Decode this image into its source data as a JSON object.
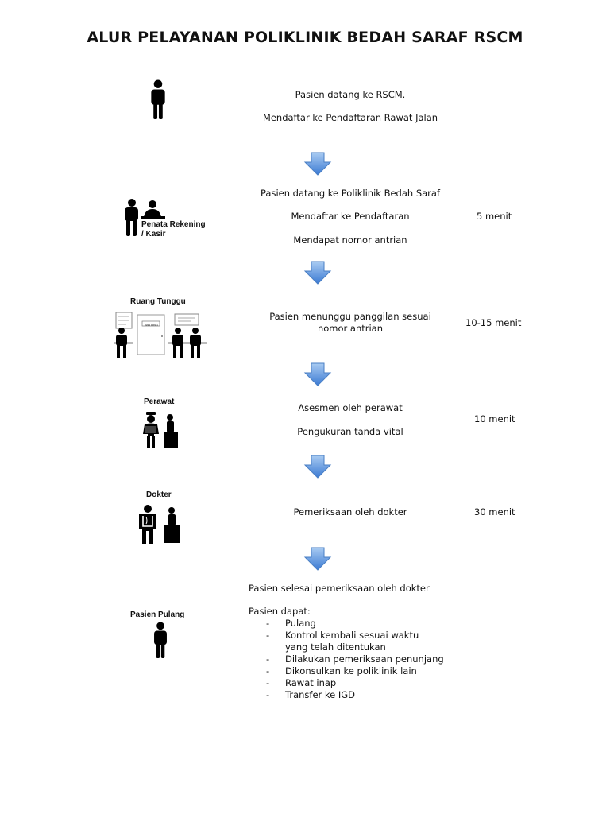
{
  "title": "ALUR PELAYANAN POLIKLINIK BEDAH SARAF RSCM",
  "steps": [
    {
      "lines": [
        "Pasien datang ke RSCM.",
        "Mendaftar ke Pendaftaran Rawat Jalan"
      ],
      "icon_label": "",
      "time": ""
    },
    {
      "lines": [
        "Pasien datang ke Poliklinik Bedah Saraf",
        "Mendaftar ke Pendaftaran",
        "Mendapat nomor antrian"
      ],
      "icon_label": "Penata Rekening / Kasir",
      "icon_label_lines": [
        "Penata Rekening",
        "/ Kasir"
      ],
      "time": "5 menit"
    },
    {
      "lines": [
        "Pasien menunggu panggilan sesuai",
        "nomor antrian"
      ],
      "icon_label": "Ruang Tunggu",
      "door_sign": "WAITING",
      "time": "10-15 menit"
    },
    {
      "lines": [
        "Asesmen oleh perawat",
        "Pengukuran tanda vital"
      ],
      "icon_label": "Perawat",
      "time": "10 menit"
    },
    {
      "lines": [
        "Pemeriksaan oleh dokter"
      ],
      "icon_label": "Dokter",
      "time": "30 menit"
    },
    {
      "lines": [
        "Pasien selesai pemeriksaan oleh dokter",
        "Pasien dapat:"
      ],
      "icon_label": "Pasien Pulang",
      "outcomes": [
        "Pulang",
        "Kontrol kembali sesuai waktu",
        "yang telah ditentukan",
        "Dilakukan pemeriksaan penunjang",
        "Dikonsulkan ke poliklinik lain",
        "Rawat inap",
        "Transfer ke IGD"
      ]
    }
  ],
  "colors": {
    "arrow_fill_top": "#9cc3ef",
    "arrow_fill_bottom": "#3f7fd6",
    "arrow_stroke": "#4a7fc4",
    "icon": "#000000"
  }
}
